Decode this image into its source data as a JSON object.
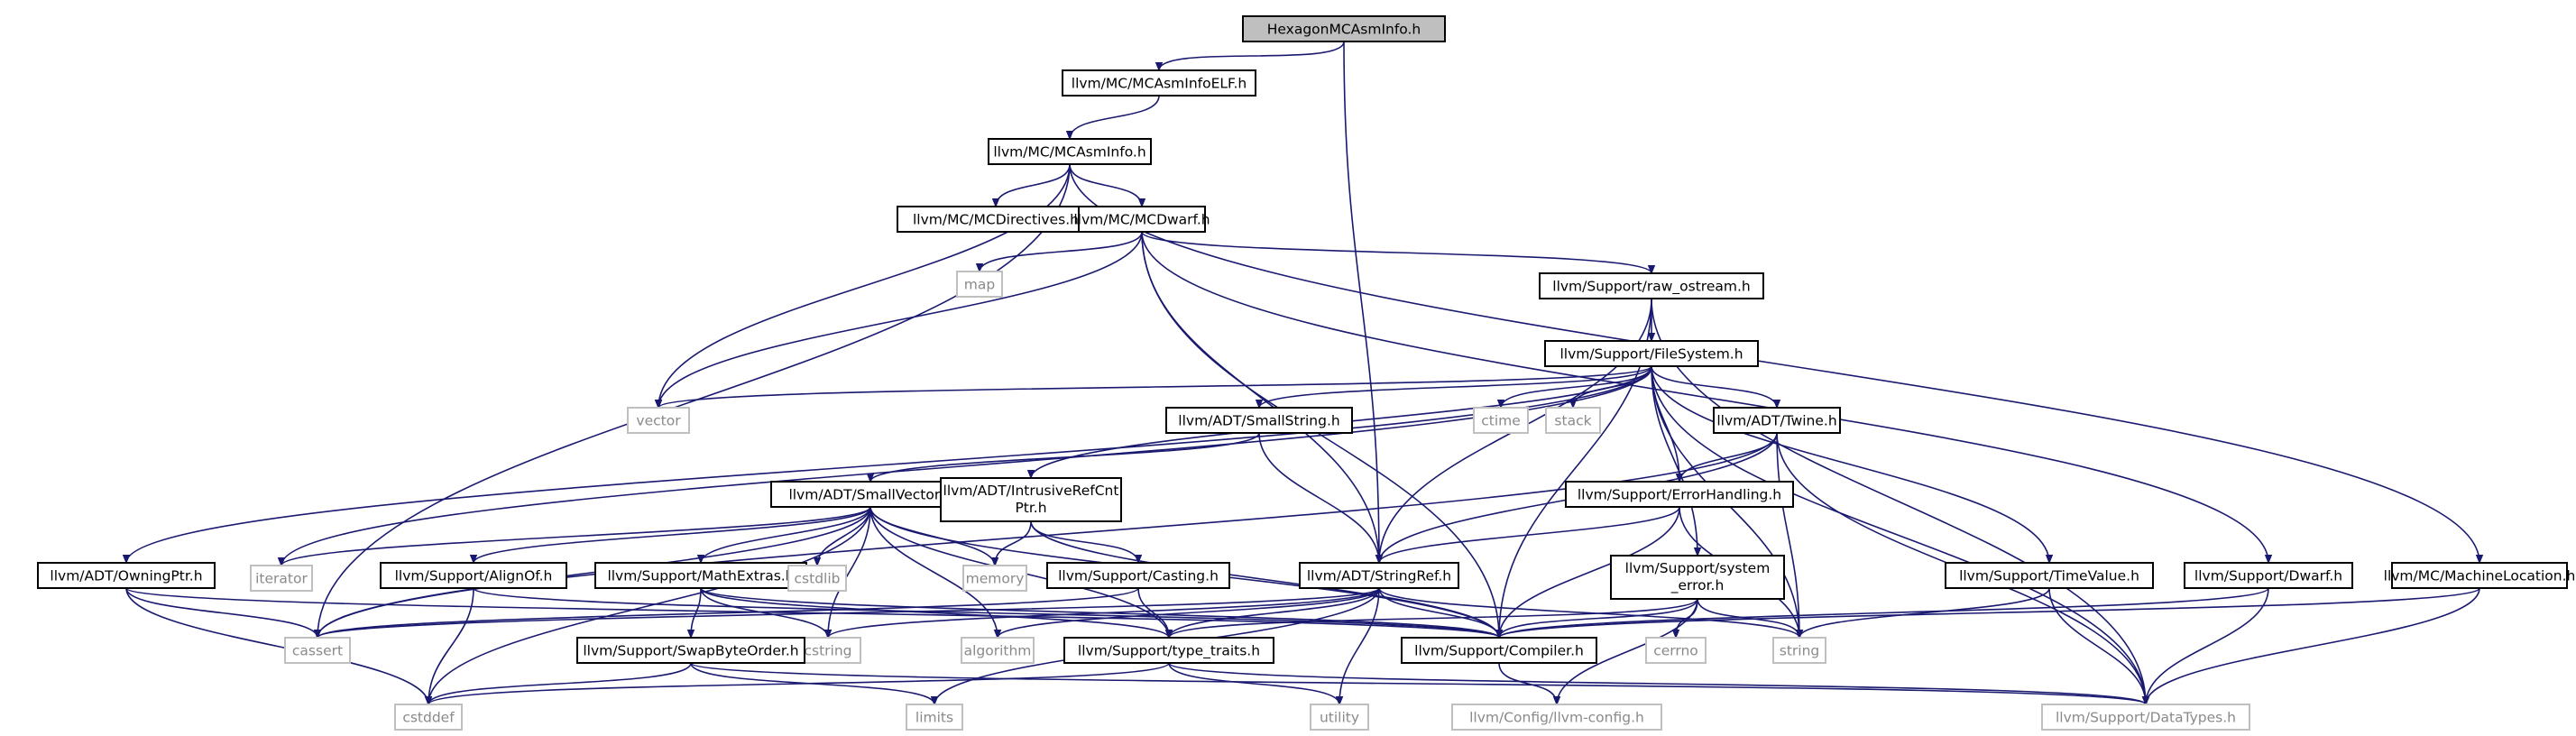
{
  "diagram": {
    "nodes": [
      {
        "id": "hexagon",
        "label": "HexagonMCAsmInfo.h",
        "kind": "root"
      },
      {
        "id": "asminfoelf",
        "label": "llvm/MC/MCAsmInfoELF.h",
        "kind": "header"
      },
      {
        "id": "asminfo",
        "label": "llvm/MC/MCAsmInfo.h",
        "kind": "header"
      },
      {
        "id": "mcdirectives",
        "label": "llvm/MC/MCDirectives.h",
        "kind": "header"
      },
      {
        "id": "mcdwarf",
        "label": "llvm/MC/MCDwarf.h",
        "kind": "header"
      },
      {
        "id": "map",
        "label": "map",
        "kind": "system"
      },
      {
        "id": "raw_ostream",
        "label": "llvm/Support/raw_ostream.h",
        "kind": "header"
      },
      {
        "id": "filesystem",
        "label": "llvm/Support/FileSystem.h",
        "kind": "header"
      },
      {
        "id": "vector",
        "label": "vector",
        "kind": "system"
      },
      {
        "id": "ctime",
        "label": "ctime",
        "kind": "system"
      },
      {
        "id": "stack",
        "label": "stack",
        "kind": "system"
      },
      {
        "id": "smallstring",
        "label": "llvm/ADT/SmallString.h",
        "kind": "header"
      },
      {
        "id": "twine",
        "label": "llvm/ADT/Twine.h",
        "kind": "header"
      },
      {
        "id": "smallvector",
        "label": "llvm/ADT/SmallVector.h",
        "kind": "header"
      },
      {
        "id": "intrusive",
        "label": "llvm/ADT/IntrusiveRefCnt",
        "label2": "Ptr.h",
        "kind": "header"
      },
      {
        "id": "errorhandling",
        "label": "llvm/Support/ErrorHandling.h",
        "kind": "header"
      },
      {
        "id": "owningptr",
        "label": "llvm/ADT/OwningPtr.h",
        "kind": "header"
      },
      {
        "id": "iterator",
        "label": "iterator",
        "kind": "system"
      },
      {
        "id": "alignof",
        "label": "llvm/Support/AlignOf.h",
        "kind": "header"
      },
      {
        "id": "mathextras",
        "label": "llvm/Support/MathExtras.h",
        "kind": "header"
      },
      {
        "id": "cstdlib",
        "label": "cstdlib",
        "kind": "system"
      },
      {
        "id": "memory",
        "label": "memory",
        "kind": "system"
      },
      {
        "id": "casting",
        "label": "llvm/Support/Casting.h",
        "kind": "header"
      },
      {
        "id": "stringref",
        "label": "llvm/ADT/StringRef.h",
        "kind": "header"
      },
      {
        "id": "system_error",
        "label": "llvm/Support/system",
        "label2": "_error.h",
        "kind": "header"
      },
      {
        "id": "timevalue",
        "label": "llvm/Support/TimeValue.h",
        "kind": "header"
      },
      {
        "id": "dwarf",
        "label": "llvm/Support/Dwarf.h",
        "kind": "header"
      },
      {
        "id": "machineloc",
        "label": "llvm/MC/MachineLocation.h",
        "kind": "header"
      },
      {
        "id": "cassert",
        "label": "cassert",
        "kind": "system"
      },
      {
        "id": "cstring",
        "label": "cstring",
        "kind": "system"
      },
      {
        "id": "algorithm",
        "label": "algorithm",
        "kind": "system"
      },
      {
        "id": "type_traits",
        "label": "llvm/Support/type_traits.h",
        "kind": "header"
      },
      {
        "id": "compiler",
        "label": "llvm/Support/Compiler.h",
        "kind": "header"
      },
      {
        "id": "cerrno",
        "label": "cerrno",
        "kind": "system"
      },
      {
        "id": "string",
        "label": "string",
        "kind": "system"
      },
      {
        "id": "swapbyteorder",
        "label": "llvm/Support/SwapByteOrder.h",
        "kind": "header"
      },
      {
        "id": "cstddef",
        "label": "cstddef",
        "kind": "system"
      },
      {
        "id": "limits",
        "label": "limits",
        "kind": "system"
      },
      {
        "id": "utility",
        "label": "utility",
        "kind": "system"
      },
      {
        "id": "llvmconfig",
        "label": "llvm/Config/llvm-config.h",
        "kind": "system"
      },
      {
        "id": "datatypes",
        "label": "llvm/Support/DataTypes.h",
        "kind": "system"
      }
    ],
    "edges": [
      [
        "hexagon",
        "asminfoelf"
      ],
      [
        "hexagon",
        "stringref"
      ],
      [
        "asminfoelf",
        "asminfo"
      ],
      [
        "asminfo",
        "cassert"
      ],
      [
        "asminfo",
        "vector"
      ],
      [
        "asminfo",
        "mcdirectives"
      ],
      [
        "asminfo",
        "mcdwarf"
      ],
      [
        "asminfo",
        "machineloc"
      ],
      [
        "mcdwarf",
        "map"
      ],
      [
        "mcdwarf",
        "vector"
      ],
      [
        "mcdwarf",
        "raw_ostream"
      ],
      [
        "mcdwarf",
        "dwarf"
      ],
      [
        "mcdwarf",
        "stringref"
      ],
      [
        "mcdwarf",
        "compiler"
      ],
      [
        "raw_ostream",
        "filesystem"
      ],
      [
        "raw_ostream",
        "stringref"
      ],
      [
        "raw_ostream",
        "compiler"
      ],
      [
        "raw_ostream",
        "datatypes"
      ],
      [
        "filesystem",
        "vector"
      ],
      [
        "filesystem",
        "ctime"
      ],
      [
        "filesystem",
        "stack"
      ],
      [
        "filesystem",
        "smallstring"
      ],
      [
        "filesystem",
        "twine"
      ],
      [
        "filesystem",
        "intrusive"
      ],
      [
        "filesystem",
        "errorhandling"
      ],
      [
        "filesystem",
        "owningptr"
      ],
      [
        "filesystem",
        "iterator"
      ],
      [
        "filesystem",
        "system_error"
      ],
      [
        "filesystem",
        "timevalue"
      ],
      [
        "filesystem",
        "datatypes"
      ],
      [
        "filesystem",
        "string"
      ],
      [
        "smallstring",
        "smallvector"
      ],
      [
        "smallstring",
        "stringref"
      ],
      [
        "twine",
        "cassert"
      ],
      [
        "twine",
        "stringref"
      ],
      [
        "twine",
        "errorhandling"
      ],
      [
        "twine",
        "string"
      ],
      [
        "twine",
        "datatypes"
      ],
      [
        "smallvector",
        "cstddef"
      ],
      [
        "smallvector",
        "iterator"
      ],
      [
        "smallvector",
        "cassert"
      ],
      [
        "smallvector",
        "alignof"
      ],
      [
        "smallvector",
        "mathextras"
      ],
      [
        "smallvector",
        "cstring"
      ],
      [
        "smallvector",
        "cstdlib"
      ],
      [
        "smallvector",
        "memory"
      ],
      [
        "smallvector",
        "algorithm"
      ],
      [
        "smallvector",
        "type_traits"
      ],
      [
        "smallvector",
        "compiler"
      ],
      [
        "intrusive",
        "memory"
      ],
      [
        "intrusive",
        "casting"
      ],
      [
        "intrusive",
        "compiler"
      ],
      [
        "errorhandling",
        "stringref"
      ],
      [
        "errorhandling",
        "compiler"
      ],
      [
        "errorhandling",
        "string"
      ],
      [
        "owningptr",
        "cassert"
      ],
      [
        "owningptr",
        "cstddef"
      ],
      [
        "owningptr",
        "compiler"
      ],
      [
        "alignof",
        "cstddef"
      ],
      [
        "alignof",
        "compiler"
      ],
      [
        "mathextras",
        "swapbyteorder"
      ],
      [
        "mathextras",
        "cstring"
      ],
      [
        "mathextras",
        "compiler"
      ],
      [
        "mathextras",
        "type_traits"
      ],
      [
        "casting",
        "cassert"
      ],
      [
        "casting",
        "type_traits"
      ],
      [
        "stringref",
        "cassert"
      ],
      [
        "stringref",
        "cstring"
      ],
      [
        "stringref",
        "algorithm"
      ],
      [
        "stringref",
        "type_traits"
      ],
      [
        "stringref",
        "compiler"
      ],
      [
        "stringref",
        "limits"
      ],
      [
        "stringref",
        "utility"
      ],
      [
        "stringref",
        "string"
      ],
      [
        "system_error",
        "cerrno"
      ],
      [
        "system_error",
        "string"
      ],
      [
        "system_error",
        "type_traits"
      ],
      [
        "system_error",
        "compiler"
      ],
      [
        "system_error",
        "llvmconfig"
      ],
      [
        "timevalue",
        "string"
      ],
      [
        "timevalue",
        "datatypes"
      ],
      [
        "dwarf",
        "compiler"
      ],
      [
        "dwarf",
        "datatypes"
      ],
      [
        "machineloc",
        "compiler"
      ],
      [
        "machineloc",
        "datatypes"
      ],
      [
        "type_traits",
        "cstddef"
      ],
      [
        "type_traits",
        "utility"
      ],
      [
        "type_traits",
        "datatypes"
      ],
      [
        "compiler",
        "llvmconfig"
      ],
      [
        "swapbyteorder",
        "cstddef"
      ],
      [
        "swapbyteorder",
        "limits"
      ],
      [
        "swapbyteorder",
        "datatypes"
      ]
    ]
  }
}
